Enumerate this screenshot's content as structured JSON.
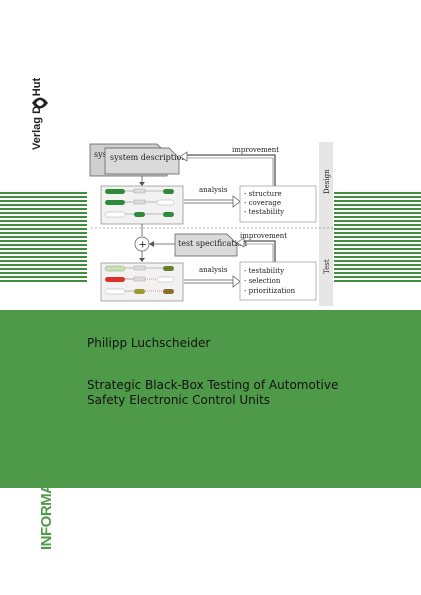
{
  "publisher": {
    "name": "Verlag Dr. Hut"
  },
  "diagram": {
    "system_back": "syst",
    "system_description": "system description",
    "improvement_top": "improvement",
    "analysis_top": "analysis",
    "top_list": [
      "- structure",
      "- coverage",
      "- testability"
    ],
    "test_specification": "test specification",
    "improvement_bottom": "improvement",
    "analysis_bottom": "analysis",
    "bottom_list": [
      "- testability",
      "- selection",
      "- prioritization"
    ],
    "phase_design": "Design",
    "phase_test": "Test",
    "plus": "+"
  },
  "author": "Philipp Luchscheider",
  "title_lines": [
    "Strategic Black-Box Testing of Automotive",
    "Safety Electronic Control Units"
  ],
  "series": "INFORMATIK",
  "colors": {
    "green": "#4f9a48",
    "stripe": "#3f8f3c"
  }
}
